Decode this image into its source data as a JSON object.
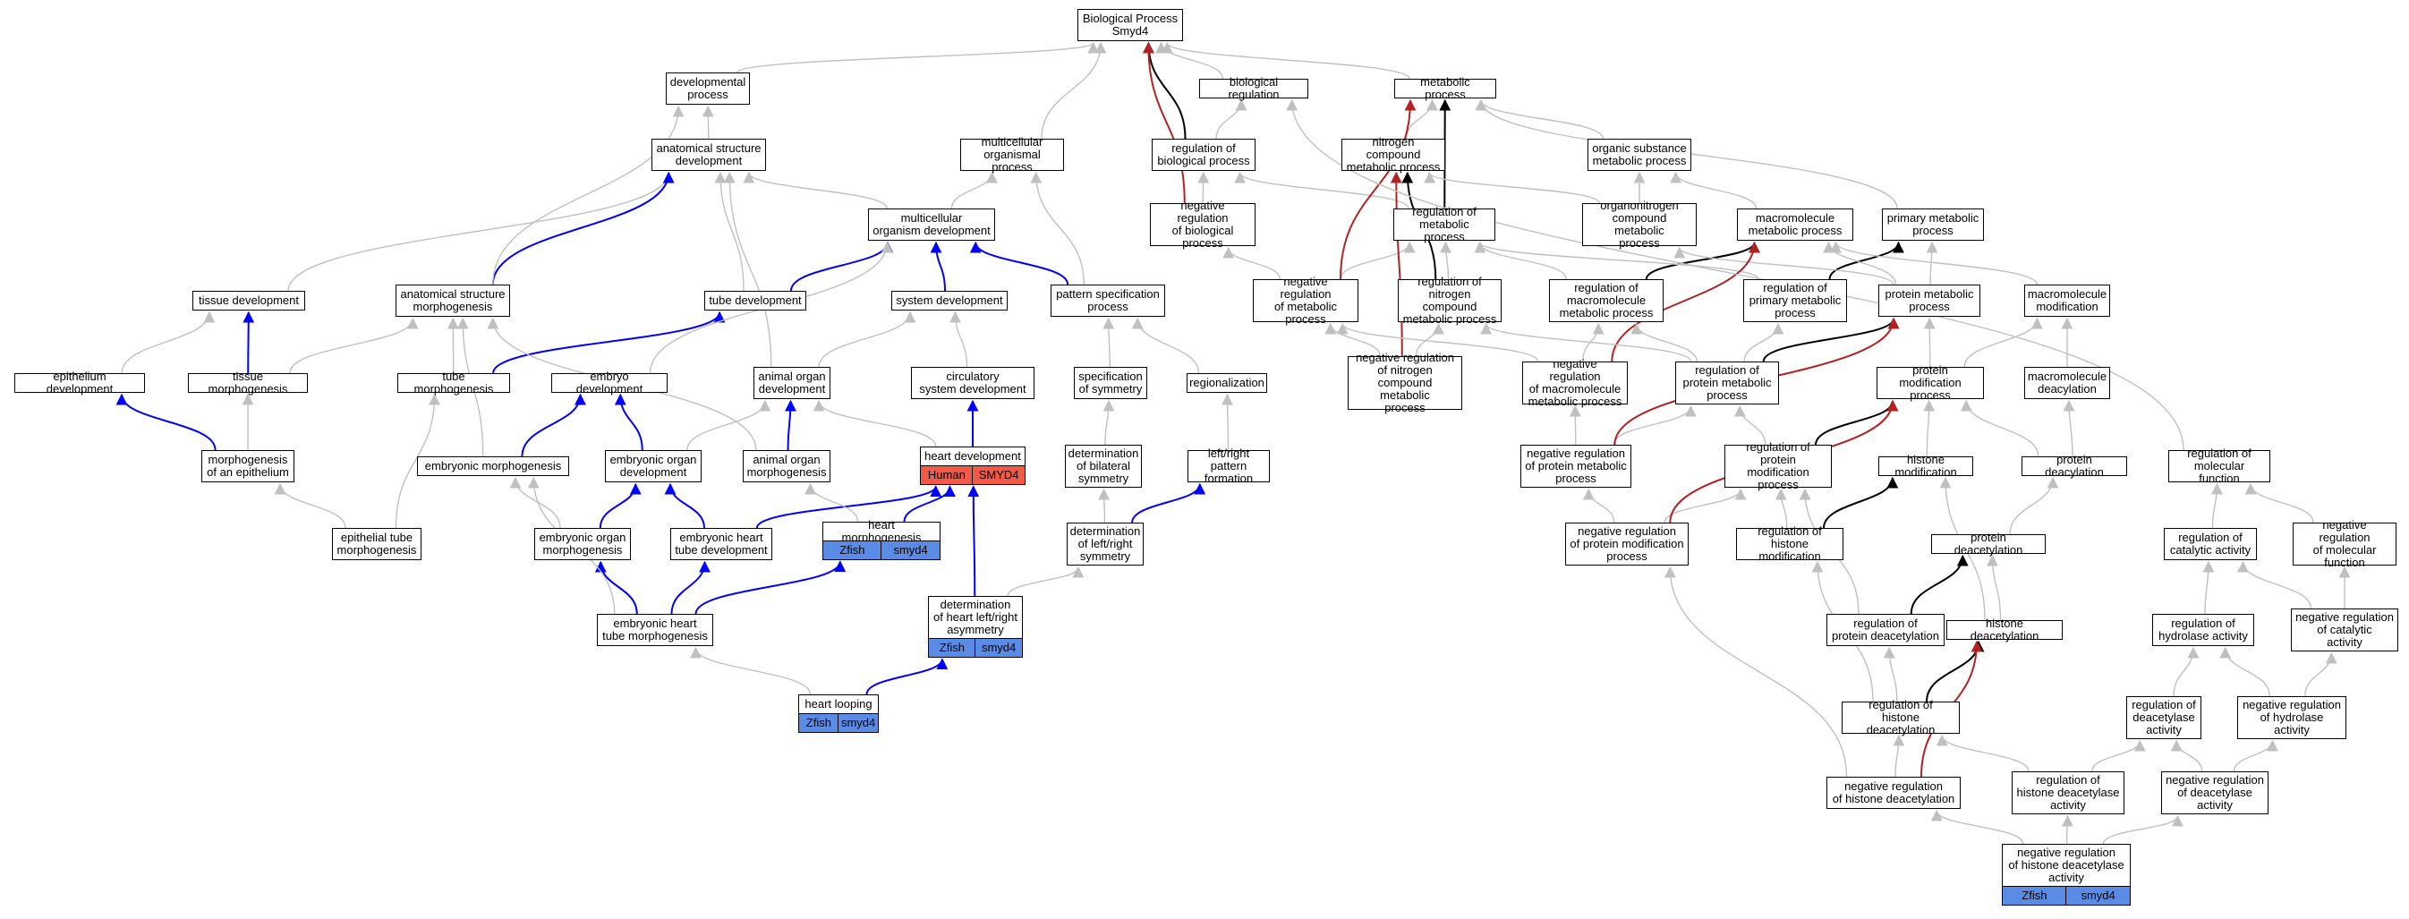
{
  "colors": {
    "gray_edge": "#c0c0c0",
    "blue_edge": "#0000ff",
    "red_edge": "#b22222",
    "black_edge": "#000000",
    "human_tag": "#f05a46",
    "zfish_tag": "#5a8ce6"
  },
  "nodes": {
    "root": "Biological Process\nSmyd4",
    "dev": "developmental\nprocess",
    "biolreg": "biological regulation",
    "metab": "metabolic process",
    "asd": "anatomical structure\ndevelopment",
    "mop": "multicellular\norganismal process",
    "regbp": "regulation of\nbiological process",
    "ncmp": "nitrogen compound\nmetabolic process",
    "osmp": "organic substance\nmetabolic process",
    "mod": "multicellular\norganism development",
    "nrbp": "negative regulation\nof biological\nprocess",
    "regmp": "regulation of\nmetabolic process",
    "oncmp": "organonitrogen\ncompound metabolic\nprocess",
    "macmp": "macromolecule\nmetabolic process",
    "primp": "primary metabolic\nprocess",
    "tissuedev": "tissue development",
    "asm": "anatomical structure\nmorphogenesis",
    "tubedev": "tube development",
    "sysdev": "system development",
    "pattspec": "pattern specification\nprocess",
    "nrmp": "negative regulation\nof metabolic\nprocess",
    "regncmp": "regulation of\nnitrogen compound\nmetabolic process",
    "regmacmp": "regulation of\nmacromolecule\nmetabolic process",
    "regprimp": "regulation of\nprimary metabolic\nprocess",
    "protmp": "protein metabolic\nprocess",
    "macmod": "macromolecule\nmodification",
    "epidev": "epithelium development",
    "tissuemorph": "tissue morphogenesis",
    "tubemorph": "tube morphogenesis",
    "embdev": "embryo development",
    "aod": "animal organ\ndevelopment",
    "circdev": "circulatory\nsystem development",
    "specsym": "specification\nof symmetry",
    "regionalization": "regionalization",
    "nrncmp": "negative regulation\nof nitrogen\ncompound metabolic\nprocess",
    "nrmacmp": "negative regulation\nof macromolecule\nmetabolic process",
    "regprotmp": "regulation of\nprotein metabolic\nprocess",
    "protmod": "protein modification\nprocess",
    "macdeac": "macromolecule\ndeacylation",
    "morphepi": "morphogenesis\nof an epithelium",
    "embmorph": "embryonic morphogenesis",
    "eod": "embryonic organ\ndevelopment",
    "aom": "animal organ\nmorphogenesis",
    "heartdev": "heart development",
    "detbil": "determination\nof bilateral\nsymmetry",
    "lrpf": "left/right pattern\nformation",
    "nrprotmp": "negative regulation\nof protein metabolic\nprocess",
    "regprotmod": "regulation of\nprotein modification\nprocess",
    "histmod": "histone modification",
    "protdeacyl": "protein deacylation",
    "regmf": "regulation of\nmolecular function",
    "epitube": "epithelial tube\nmorphogenesis",
    "eom": "embryonic organ\nmorphogenesis",
    "ehtd": "embryonic heart\ntube development",
    "heartmorph": "heart morphogenesis",
    "detlr": "determination\nof left/right\nsymmetry",
    "nrprotmod": "negative regulation\nof protein modification\nprocess",
    "reghistmod": "regulation of\nhistone modification",
    "protdeac": "protein deacetylation",
    "regcat": "regulation of\ncatalytic activity",
    "nrmf": "negative regulation\nof molecular\nfunction",
    "ehtm": "embryonic heart\ntube morphogenesis",
    "dethlr": "determination\nof heart left/right\nasymmetry",
    "regprotdeac": "regulation of\nprotein deacetylation",
    "histdeac": "histone deacetylation",
    "reghyd": "regulation of\nhydrolase activity",
    "nrcat": "negative regulation\nof catalytic\nactivity",
    "heartloop": "heart looping",
    "reghistdeac": "regulation of\nhistone deacetylation",
    "regdeac": "regulation of\ndeacetylase\nactivity",
    "nrhyd": "negative regulation\nof hydrolase\nactivity",
    "nrhistdeac": "negative regulation\nof histone deacetylation",
    "reghdacact": "regulation of\nhistone deacetylase\nactivity",
    "nrdeac": "negative regulation\nof deacetylase\nactivity",
    "nrhdacact": "negative regulation\nof histone deacetylase\nactivity"
  },
  "annotations": {
    "heartdev": [
      "Human",
      "SMYD4"
    ],
    "heartmorph": [
      "Zfish",
      "smyd4"
    ],
    "dethlr": [
      "Zfish",
      "smyd4"
    ],
    "heartloop": [
      "Zfish",
      "smyd4"
    ],
    "nrhdacact": [
      "Zfish",
      "smyd4"
    ]
  }
}
